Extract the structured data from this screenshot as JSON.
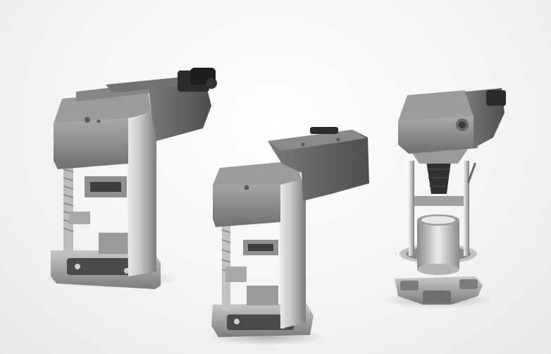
{
  "scene": {
    "background": "#f2f2f2",
    "items": [
      {
        "name": "actuator-large",
        "description_hidden": true
      },
      {
        "name": "actuator-medium",
        "description_hidden": true
      },
      {
        "name": "actuator-compact",
        "description_hidden": true
      }
    ]
  },
  "colors": {
    "housing_dark": "#6f6f6f",
    "housing_mid": "#8c8c8c",
    "housing_light": "#b5b5b5",
    "metal_light": "#d9d9d9",
    "metal_dark": "#5a5a5a",
    "connector": "#2b2b2b"
  }
}
